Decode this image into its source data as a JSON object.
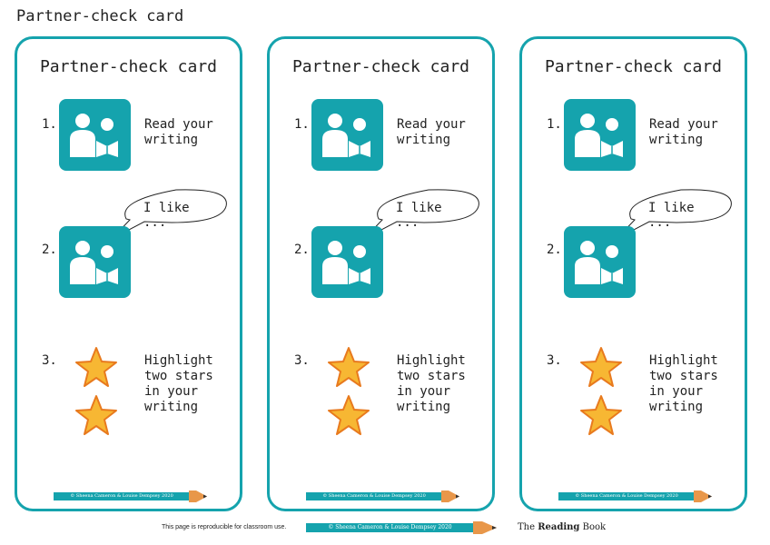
{
  "page_title": "Partner-check card",
  "cards": [
    {
      "title": "Partner-check card",
      "steps": [
        {
          "number": "1.",
          "text": "Read your\nwriting",
          "icon": "partners-reading-icon"
        },
        {
          "number": "2.",
          "bubble": "I like ...",
          "icon": "partners-reading-icon"
        },
        {
          "number": "3.",
          "text": "Highlight\ntwo stars\nin your\nwriting",
          "icon": "star-icon"
        }
      ],
      "credit": "© Sheena Cameron & Louise Dempsey 2020"
    },
    {
      "title": "Partner-check card",
      "steps": [
        {
          "number": "1.",
          "text": "Read your\nwriting",
          "icon": "partners-reading-icon"
        },
        {
          "number": "2.",
          "bubble": "I like ...",
          "icon": "partners-reading-icon"
        },
        {
          "number": "3.",
          "text": "Highlight\ntwo stars\nin your\nwriting",
          "icon": "star-icon"
        }
      ],
      "credit": "© Sheena Cameron & Louise Dempsey 2020"
    },
    {
      "title": "Partner-check card",
      "steps": [
        {
          "number": "1.",
          "text": "Read your\nwriting",
          "icon": "partners-reading-icon"
        },
        {
          "number": "2.",
          "bubble": "I like ...",
          "icon": "partners-reading-icon"
        },
        {
          "number": "3.",
          "text": "Highlight\ntwo stars\nin your\nwriting",
          "icon": "star-icon"
        }
      ],
      "credit": "© Sheena Cameron & Louise Dempsey 2020"
    }
  ],
  "footer": {
    "note": "This page is reproducible for classroom use.",
    "copyright": "© Sheena Cameron & Louise Dempsey 2020",
    "brand_prefix": "The ",
    "brand_bold": "Reading",
    "brand_suffix": " Book"
  },
  "colors": {
    "accent": "#15a3ad",
    "star_fill": "#f7b733",
    "star_stroke": "#e87a1e"
  }
}
